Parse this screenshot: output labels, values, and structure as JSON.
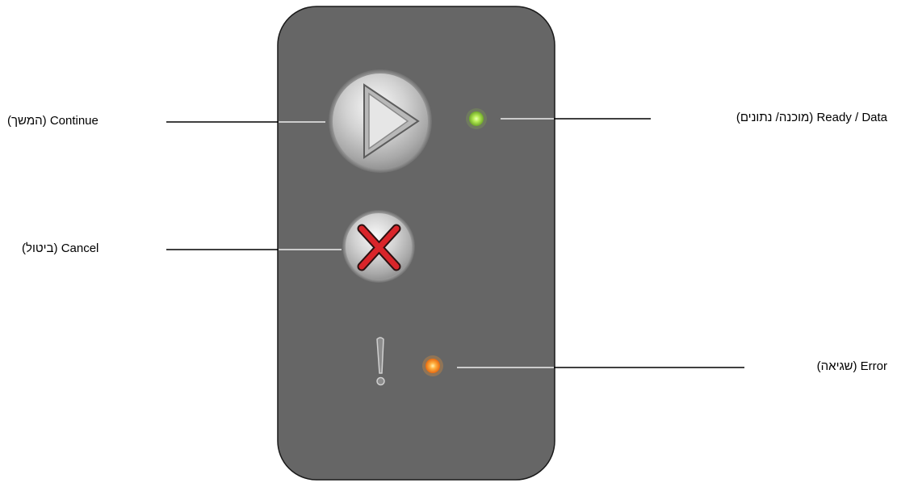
{
  "labels": {
    "continue": {
      "en": "Continue",
      "he": "(המשך)"
    },
    "cancel": {
      "en": "Cancel",
      "he": "(ביטול)"
    },
    "ready": {
      "en": "Ready / Data",
      "he": "(מוכנה/ נתונים)"
    },
    "error": {
      "en": "Error",
      "he": "(שגיאה)"
    }
  },
  "icons": {
    "continue": "play-triangle-icon",
    "cancel": "x-icon",
    "warning": "exclamation-icon"
  },
  "colors": {
    "panel": "#666666",
    "ready_light": "#a6e04a",
    "error_light": "#ff9a2e",
    "cancel_x": "#d9252a"
  }
}
